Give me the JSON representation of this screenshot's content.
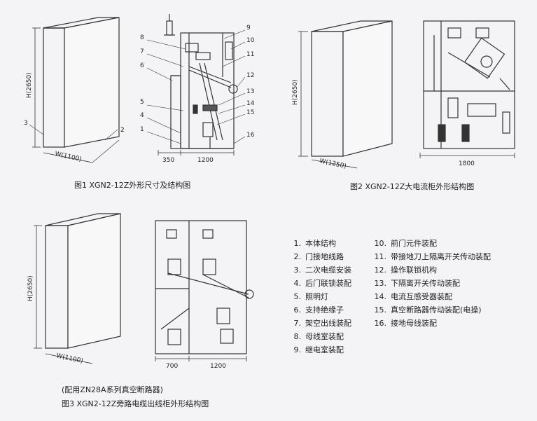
{
  "figure1": {
    "caption": "图1  XGN2-12Z外形尺寸及结构图",
    "box_height_label": "H(2650)",
    "box_width_label": "W(1100)",
    "label_3": "3",
    "label_2": "2",
    "callouts_left": [
      "8",
      "7",
      "6",
      "5",
      "4",
      "1"
    ],
    "callouts_right": [
      "9",
      "10",
      "11",
      "12",
      "13",
      "14",
      "15",
      "16"
    ],
    "dim_left": "350",
    "dim_right": "1200"
  },
  "figure2": {
    "caption": "图2  XGN2-12Z大电流柜外形结构图",
    "box_height_label": "H(2650)",
    "box_width_label": "W(1250)",
    "dim": "1800"
  },
  "figure3": {
    "note": "(配用ZN28A系列真空断路器)",
    "caption": "图3  XGN2-12Z旁路电缆出线柜外形结构图",
    "box_height_label": "H(2650)",
    "box_width_label": "W(1100)",
    "dim_left": "700",
    "dim_right": "1200"
  },
  "legend": {
    "col1": [
      {
        "n": "1.",
        "t": "本体结构"
      },
      {
        "n": "2.",
        "t": "门接地线路"
      },
      {
        "n": "3.",
        "t": "二次电缆安装"
      },
      {
        "n": "4.",
        "t": "后门联锁装配"
      },
      {
        "n": "5.",
        "t": "照明灯"
      },
      {
        "n": "6.",
        "t": "支持绝缘子"
      },
      {
        "n": "7.",
        "t": "架空出线装配"
      },
      {
        "n": "8.",
        "t": "母线室装配"
      },
      {
        "n": "9.",
        "t": "继电室装配"
      }
    ],
    "col2": [
      {
        "n": "10.",
        "t": "前门元件装配"
      },
      {
        "n": "11.",
        "t": "带接地刀上隔离开关传动装配"
      },
      {
        "n": "12.",
        "t": "操作联锁机构"
      },
      {
        "n": "13.",
        "t": "下隔离开关传动装配"
      },
      {
        "n": "14.",
        "t": "电流互感受器装配"
      },
      {
        "n": "15.",
        "t": "真空断路器传动装配(电操)"
      },
      {
        "n": "16.",
        "t": "接地母线装配"
      }
    ]
  }
}
